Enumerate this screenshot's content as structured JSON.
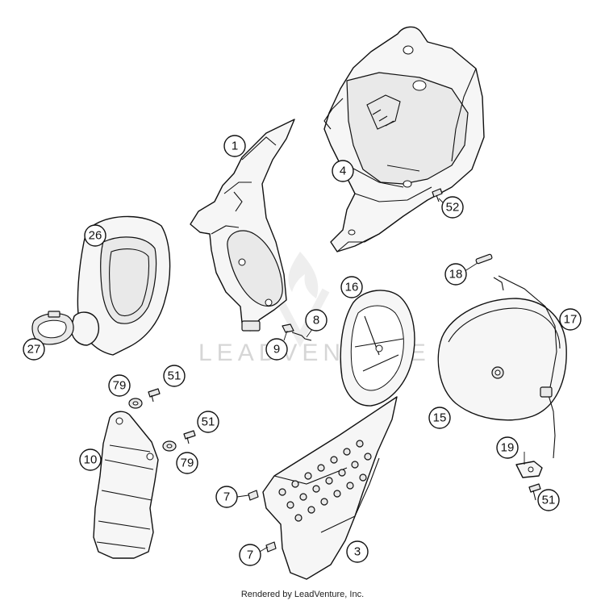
{
  "diagram": {
    "callouts": [
      "1",
      "4",
      "52",
      "26",
      "18",
      "17",
      "16",
      "8",
      "9",
      "27",
      "79",
      "51",
      "15",
      "51",
      "10",
      "79",
      "19",
      "7",
      "51",
      "7",
      "3"
    ]
  },
  "watermark": {
    "text": "LEADVENTURE"
  },
  "footer": {
    "credit": "Rendered by LeadVenture, Inc."
  }
}
